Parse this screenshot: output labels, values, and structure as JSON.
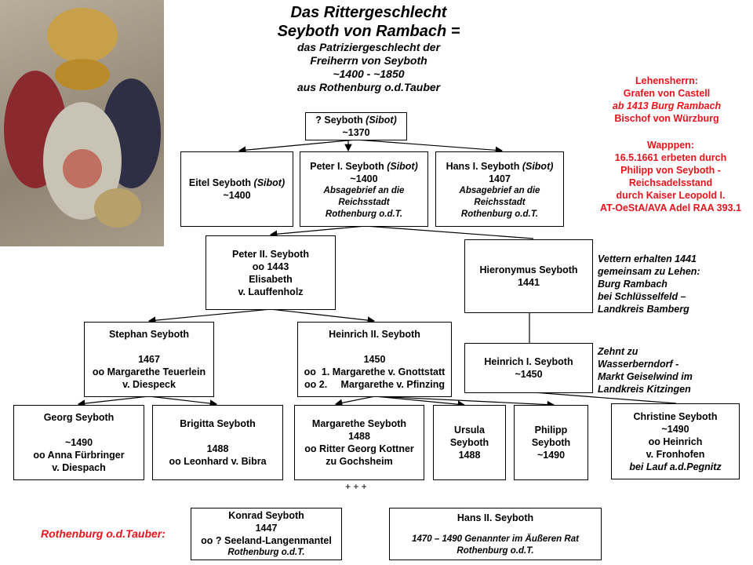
{
  "title": {
    "line1": "Das Rittergeschlecht",
    "line2": "Seyboth von Rambach =",
    "line3": "das Patriziergeschlecht  der",
    "line4": "Freiherrn von Seyboth",
    "line5": "~1400 - ~1850",
    "line6": "aus Rothenburg o.d.Tauber"
  },
  "side_notes": {
    "lehensherrn": [
      "Lehensherrn:",
      "Grafen von Castell",
      "ab 1413 Burg Rambach",
      "Bischof von Würzburg"
    ],
    "wappen": [
      "Wapppen:",
      "16.5.1661 erbeten durch",
      "Philipp von Seyboth -",
      "Reichsadelsstand",
      "durch Kaiser Leopold I.",
      "AT-OeStA/AVA  Adel RAA  393.1"
    ],
    "hieronymus": [
      "Vettern erhalten 1441",
      "gemeinsam zu Lehen:",
      "Burg Rambach",
      "bei Schlüsselfeld  –",
      "Landkreis Bamberg"
    ],
    "heinrich1": [
      "Zehnt zu",
      "Wasserberndorf  -",
      "Markt Geiselwind  im",
      "Landkreis Kitzingen"
    ],
    "rothenburg_label": "Rothenburg o.d.Tauber:",
    "plus": "+ + +"
  },
  "persons": {
    "root": {
      "name": "? Seyboth ",
      "alias": "(Sibot)",
      "year": "~1370"
    },
    "eitel": {
      "name": "Eitel Seyboth ",
      "alias": "(Sibot)",
      "year": "~1400"
    },
    "peter1": {
      "name": "Peter I. Seyboth ",
      "alias": "(Sibot)",
      "year": "~1400",
      "note": [
        "Absagebrief an die",
        "Reichsstadt",
        "Rothenburg o.d.T."
      ]
    },
    "hans1": {
      "name": "Hans I. Seyboth ",
      "alias": "(Sibot)",
      "year": "1407",
      "note": [
        "Absagebrief an die",
        "Reichsstadt",
        "Rothenburg o.d.T."
      ]
    },
    "peter2": {
      "lines": [
        "Peter II. Seyboth",
        "oo 1443",
        "Elisabeth",
        "v. Lauffenholz"
      ]
    },
    "hieronymus": {
      "lines": [
        "Hieronymus Seyboth",
        "1441"
      ]
    },
    "stephan": {
      "lines": [
        "Stephan Seyboth",
        "",
        "1467",
        "oo Margarethe Teuerlein",
        "v. Diespeck"
      ]
    },
    "heinrich2": {
      "lines": [
        "Heinrich II. Seyboth",
        "",
        "1450",
        "oo  1. Margarethe v. Gnottstatt",
        "oo 2.     Margarethe v. Pfinzing"
      ]
    },
    "heinrich1": {
      "lines": [
        "Heinrich I. Seyboth",
        "~1450"
      ]
    },
    "georg": {
      "lines": [
        "Georg Seyboth",
        "",
        "~1490",
        "oo Anna Fürbringer",
        "v. Diespach"
      ]
    },
    "brigitta": {
      "lines": [
        "Brigitta Seyboth",
        "",
        "1488",
        "oo Leonhard v. Bibra"
      ]
    },
    "margarethe": {
      "lines": [
        "Margarethe Seyboth",
        "1488",
        "oo Ritter Georg Kottner",
        "zu Gochsheim"
      ]
    },
    "ursula": {
      "lines": [
        "Ursula",
        "Seyboth",
        "1488"
      ]
    },
    "philipp": {
      "lines": [
        "Philipp",
        "Seyboth",
        "~1490"
      ]
    },
    "christine": {
      "lines": [
        "Christine  Seyboth",
        "~1490",
        "oo Heinrich",
        "v. Fronhofen"
      ],
      "note": "bei Lauf a.d.Pegnitz"
    },
    "konrad": {
      "lines": [
        "Konrad Seyboth",
        "1447",
        "oo ? Seeland-Langenmantel"
      ],
      "note": "Rothenburg o.d.T."
    },
    "hans2": {
      "lines": [
        "Hans II. Seyboth",
        ""
      ],
      "note": [
        "1470 – 1490 Genannter im Äußeren Rat",
        "Rothenburg o.d.T."
      ]
    }
  },
  "colors": {
    "accent_red": "#e8141c"
  }
}
